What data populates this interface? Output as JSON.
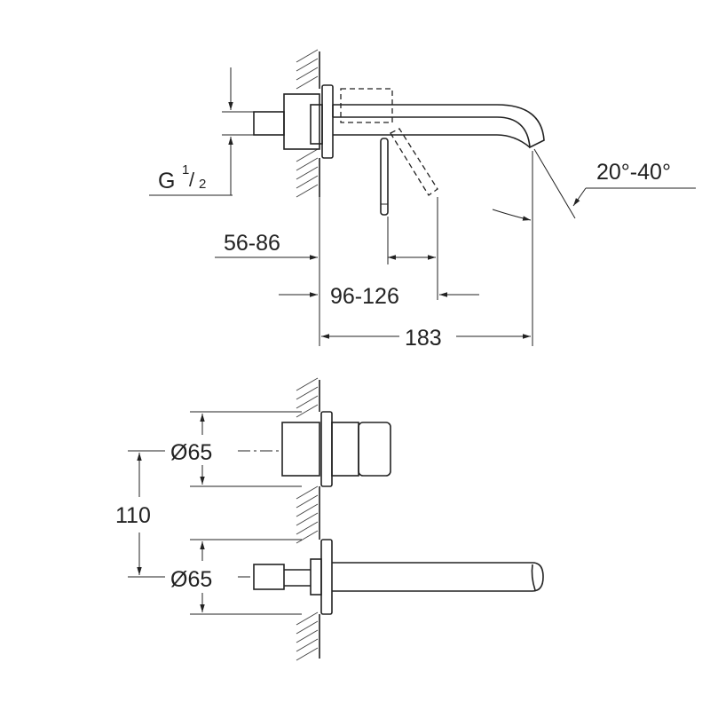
{
  "side_view": {
    "thread_label": "G",
    "thread_num": "1",
    "thread_den": "2",
    "dim_wall_depth": "56-86",
    "dim_handle_offset": "96-126",
    "dim_spout_length": "183",
    "dim_spout_angle": "20°-40°"
  },
  "front_view": {
    "dim_handle_diameter": "Ø65",
    "dim_spacing": "110",
    "dim_spout_diameter": "Ø65"
  },
  "colors": {
    "line": "#222222",
    "background": "#ffffff"
  }
}
